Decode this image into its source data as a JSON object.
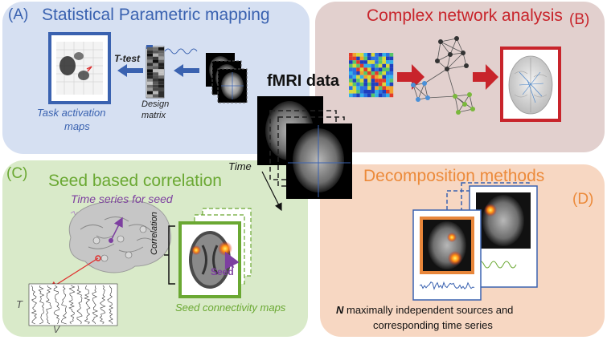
{
  "panel_a": {
    "letter": "(A)",
    "title": "Statistical Parametric mapping",
    "ttest": "T-test",
    "design_matrix": [
      "Design",
      "matrix"
    ],
    "task_maps": [
      "Task activation",
      "maps"
    ]
  },
  "panel_b": {
    "letter": "(B)",
    "title": "Complex network analysis"
  },
  "panel_c": {
    "letter": "(C)",
    "title": "Seed based correlation",
    "timeseries": "Time series for seed",
    "correlation": "Correlation",
    "seed": "Seed",
    "maps": "Seed connectivity  maps",
    "t_label": "T",
    "v_label": "V"
  },
  "panel_d": {
    "letter": "(D)",
    "title": "Decomposition methods",
    "caption_n": "N",
    "caption_rest": " maximally independent sources and",
    "caption_line2": "corresponding time series"
  },
  "center": {
    "title": "fMRI data",
    "time": "Time"
  },
  "colors": {
    "blue": "#3a62b0",
    "red": "#c8242b",
    "green": "#6aa832",
    "orange": "#ec8a3a",
    "purple": "#7d3fa0"
  },
  "icons": [
    "brain-icon",
    "arrow-icon",
    "network-icon",
    "matrix-icon"
  ]
}
